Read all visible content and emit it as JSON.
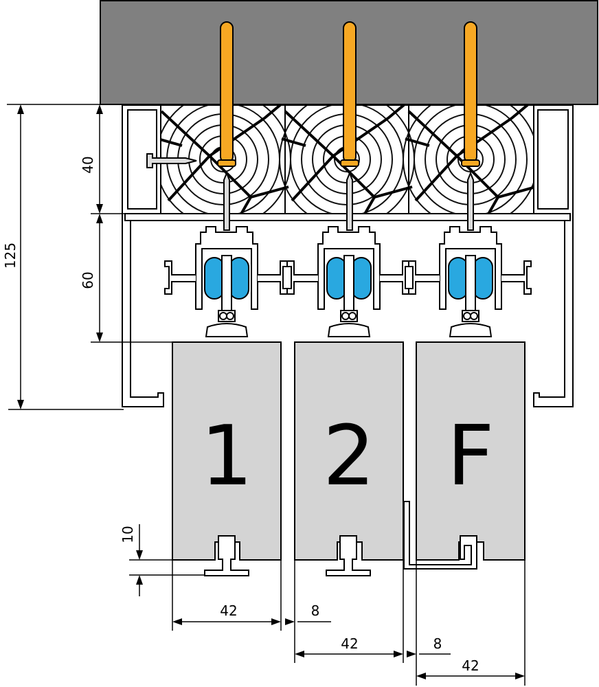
{
  "panels": [
    {
      "label": "1",
      "color": "#d4d4d4"
    },
    {
      "label": "2",
      "color": "#d4d4d4"
    },
    {
      "label": "F",
      "color": "#d4d4d4"
    }
  ],
  "dimensions": {
    "total_height": "125",
    "wood_height": "40",
    "track_height": "60",
    "guide_height": "10",
    "panel1_width": "42",
    "gap1": "8",
    "panel2_width": "42",
    "gap2": "8",
    "panel3_width": "42"
  },
  "colors": {
    "ceiling": "#808080",
    "screw": "#f7a823",
    "roller": "#29a8e0",
    "panel": "#d4d4d4",
    "profile": "#ffffff"
  },
  "icons": [
    "screw-icon",
    "roller-icon",
    "wood-grain-icon",
    "side-screw-icon"
  ]
}
